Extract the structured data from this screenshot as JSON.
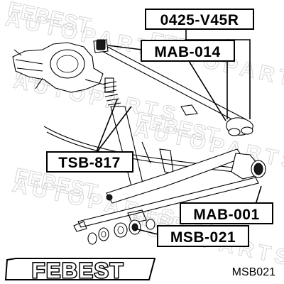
{
  "labels": {
    "top": "0425-V45R",
    "mab014": "MAB-014",
    "tsb817": "TSB-817",
    "mab001": "MAB-001",
    "msb021": "MSB-021"
  },
  "brand": "FEBEST",
  "part_number": "MSB021",
  "watermark": {
    "brand": "FEBEST",
    "subtitle": "AUTOPARTS"
  },
  "colors": {
    "ink": "#000000",
    "watermark": "#d6d6d6",
    "background": "#ffffff"
  }
}
